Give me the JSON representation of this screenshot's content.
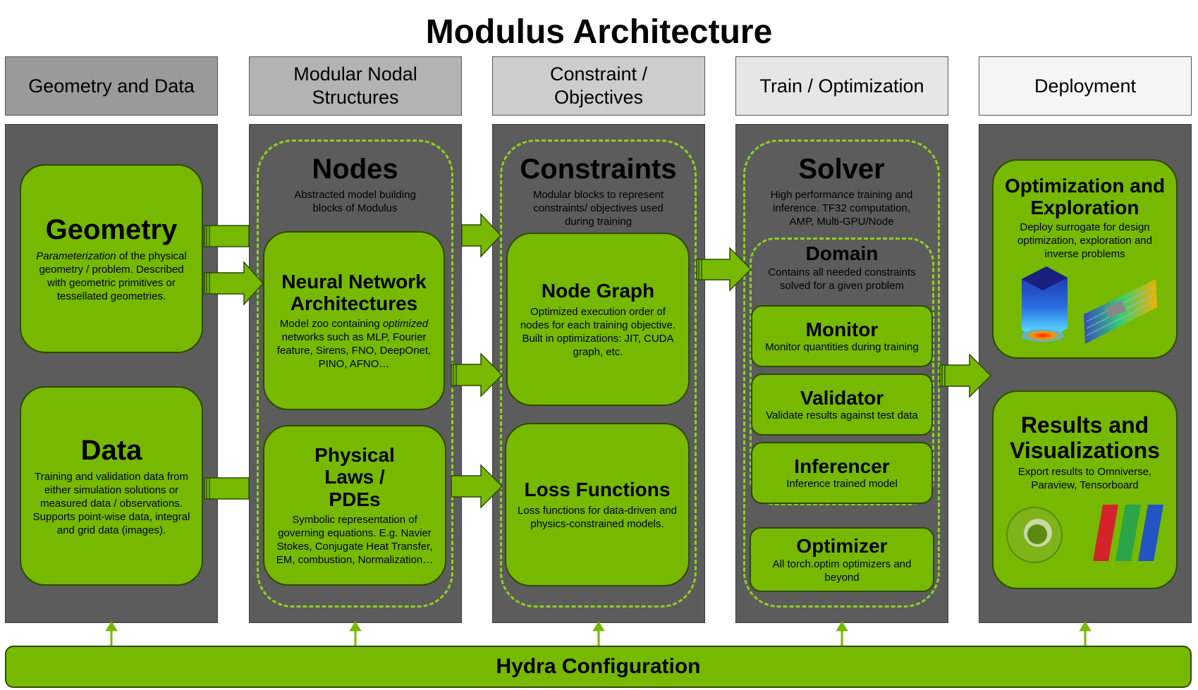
{
  "title": "Modulus Architecture",
  "columns": [
    {
      "header": "Geometry and Data",
      "color": "#9a9a9a"
    },
    {
      "header": "Modular Nodal\nStructures",
      "color": "#b3b3b3"
    },
    {
      "header": "Constraint /\nObjectives",
      "color": "#cdcdcd"
    },
    {
      "header": "Train / Optimization",
      "color": "#e6e6e6"
    },
    {
      "header": "Deployment",
      "color": "#f5f5f5"
    }
  ],
  "geometry": {
    "title": "Geometry",
    "desc_em": "Parameterization",
    "desc": " of the physical geometry / problem. Described with geometric primitives or tessellated geometries."
  },
  "data": {
    "title": "Data",
    "desc": "Training and validation data from either simulation solutions or measured data / observations. Supports point-wise data, integral and grid data (images)."
  },
  "nodes": {
    "title": "Nodes",
    "desc": "Abstracted model building blocks of Modulus"
  },
  "nn": {
    "title": "Neural Network Architectures",
    "desc_pre": "Model zoo containing ",
    "desc_em": "optimized",
    "desc": " networks such as MLP, Fourier feature, Sirens, FNO, DeepOnet, PINO, AFNO…"
  },
  "physics": {
    "title": "Physical Laws / PDEs",
    "desc": "Symbolic representation of governing equations. E.g. Navier Stokes, Conjugate Heat Transfer, EM, combustion, Normalization…"
  },
  "constraints": {
    "title": "Constraints",
    "desc": "Modular blocks to represent constraints/ objectives used during training"
  },
  "node_graph": {
    "title": "Node Graph",
    "desc": "Optimized execution order of nodes for each training objective. Built in optimizations: JIT, CUDA graph, etc."
  },
  "loss": {
    "title": "Loss Functions",
    "desc": "Loss functions for data-driven and physics-constrained models."
  },
  "solver": {
    "title": "Solver",
    "desc": "High performance training and inference. TF32 computation, AMP, Multi-GPU/Node"
  },
  "domain": {
    "title": "Domain",
    "desc": "Contains all needed constraints solved for a given problem"
  },
  "monitor": {
    "title": "Monitor",
    "desc": "Monitor quantities during training"
  },
  "validator": {
    "title": "Validator",
    "desc": "Validate results against test data"
  },
  "inferencer": {
    "title": "Inferencer",
    "desc": "Inference trained model"
  },
  "optimizer": {
    "title": "Optimizer",
    "desc": "All torch.optim optimizers and beyond"
  },
  "optimization": {
    "title": "Optimization and Exploration",
    "desc": "Deploy surrogate for design optimization, exploration and inverse problems"
  },
  "results": {
    "title": "Results and Visualizations",
    "desc": "Export results to Omniverse, Paraview, Tensorboard"
  },
  "hydra": "Hydra Configuration",
  "colors": {
    "nvidia_green": "#76b900",
    "dark_panel": "#5c5c5c",
    "dash_green": "#8cd31b"
  }
}
